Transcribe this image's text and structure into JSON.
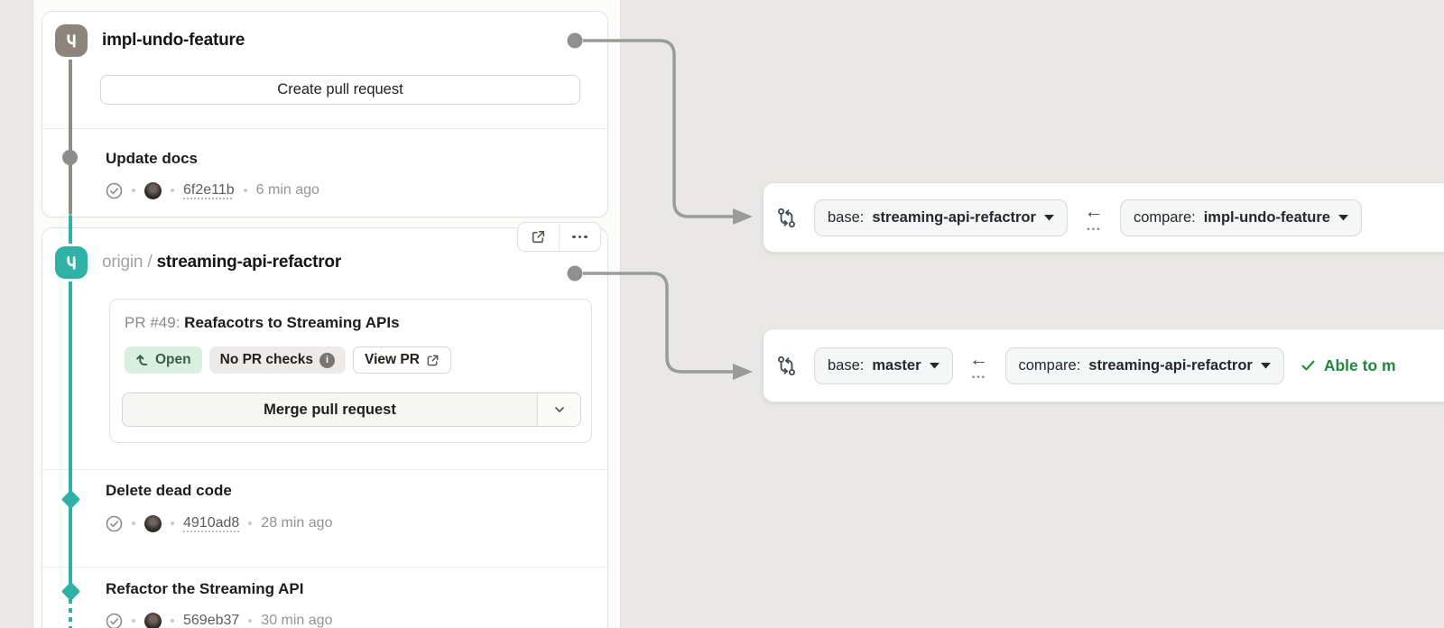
{
  "canvas": {
    "background": "#e9e8e6",
    "accent_teal": "#2fb2a5",
    "accent_green": "#1f883d"
  },
  "branch_cards": [
    {
      "title": "impl-undo-feature",
      "create_pr_label": "Create pull request",
      "commits": [
        {
          "title": "Update docs",
          "hash": "6f2e11b",
          "time": "6 min ago"
        }
      ]
    },
    {
      "remote": "origin",
      "separator": "/",
      "title": "streaming-api-refactror",
      "pr": {
        "number_label": "PR #49:",
        "title": "Reafacotrs to Streaming APIs",
        "state_label": "Open",
        "checks_label": "No PR checks",
        "info_glyph": "i",
        "view_label": "View PR",
        "merge_label": "Merge pull request"
      },
      "commits": [
        {
          "title": "Delete dead code",
          "hash": "4910ad8",
          "time": "28 min ago"
        },
        {
          "title": "Refactor the Streaming API",
          "hash": "569eb37",
          "time": "30 min ago"
        }
      ]
    }
  ],
  "compare_bars": [
    {
      "base_prefix": "base:",
      "base_branch": "streaming-api-refactror",
      "compare_prefix": "compare:",
      "compare_branch": "impl-undo-feature",
      "between_ellipsis": "…"
    },
    {
      "base_prefix": "base:",
      "base_branch": "master",
      "compare_prefix": "compare:",
      "compare_branch": "streaming-api-refactror",
      "between_ellipsis": "…",
      "status": "Able to m"
    }
  ]
}
